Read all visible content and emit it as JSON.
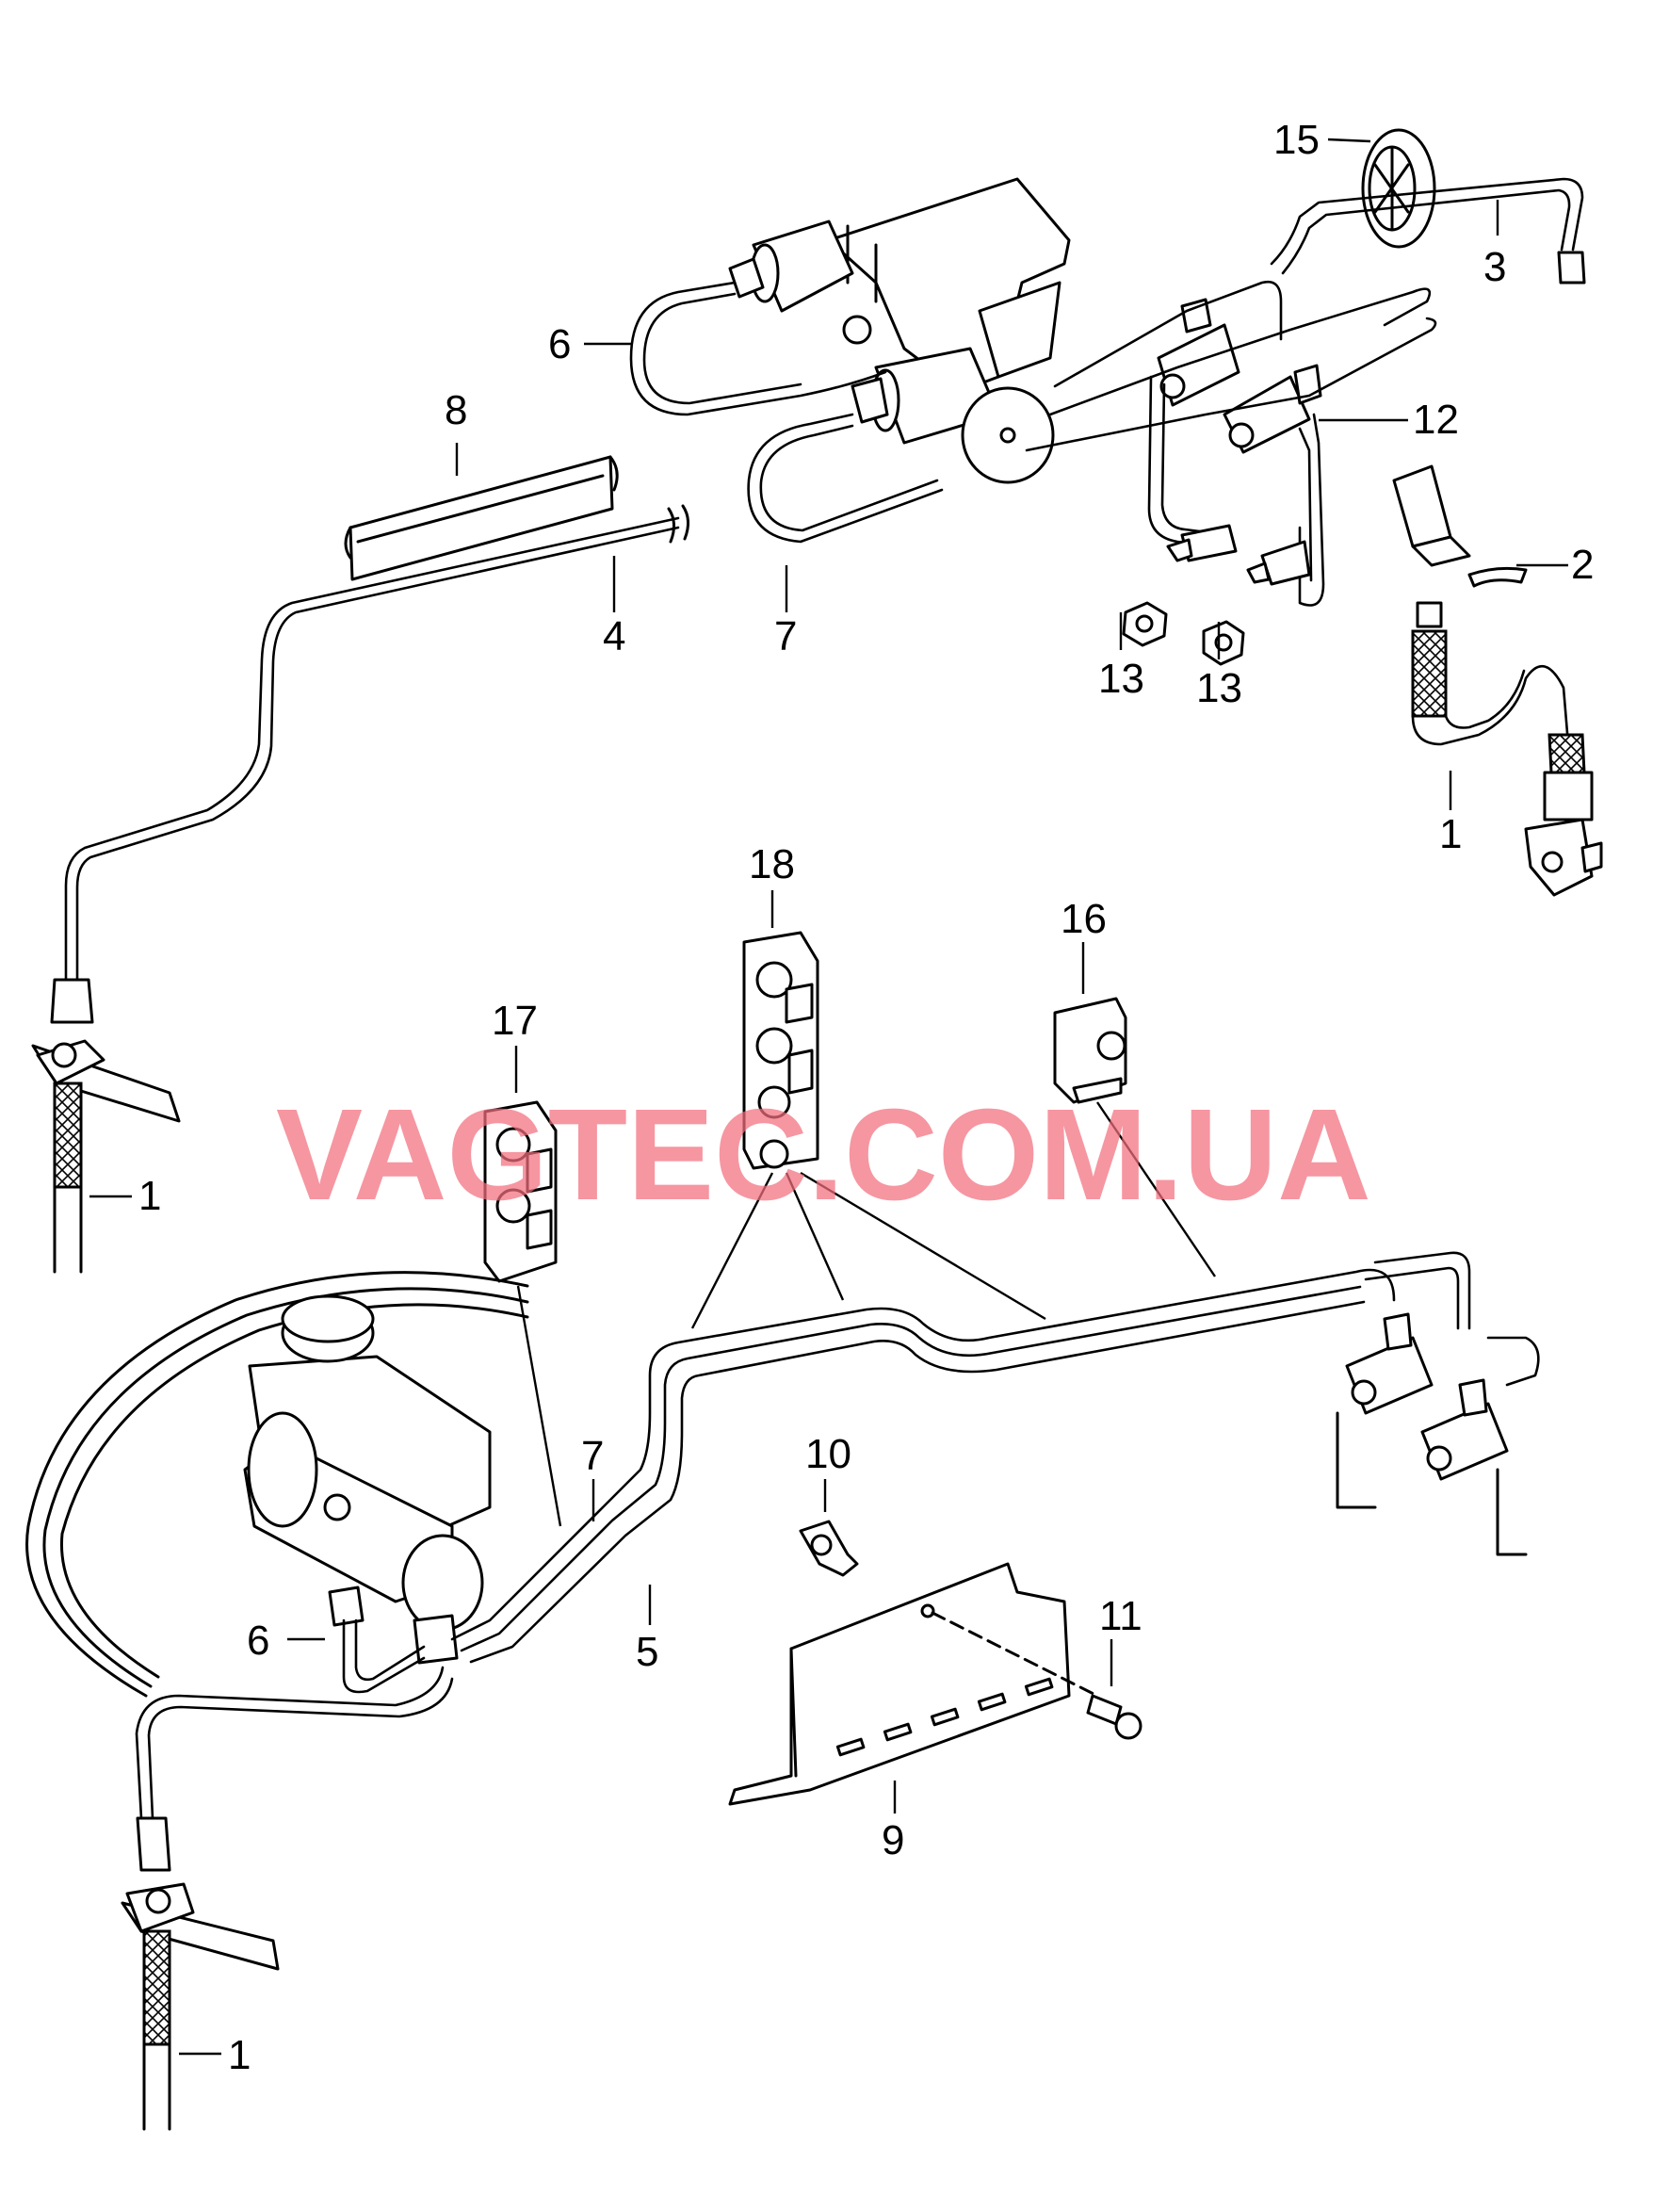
{
  "watermark": "VAGTEC.COM.UA",
  "callouts": {
    "c1_top": "1",
    "c1_left": "1",
    "c1_bottom": "1",
    "c2": "2",
    "c3": "3",
    "c4": "4",
    "c5": "5",
    "c6_top": "6",
    "c6_bottom": "6",
    "c7_top": "7",
    "c7_bottom": "7",
    "c8": "8",
    "c9": "9",
    "c10": "10",
    "c11": "11",
    "c12": "12",
    "c13_a": "13",
    "c13_b": "13",
    "c15": "15",
    "c16": "16",
    "c17": "17",
    "c18": "18"
  }
}
